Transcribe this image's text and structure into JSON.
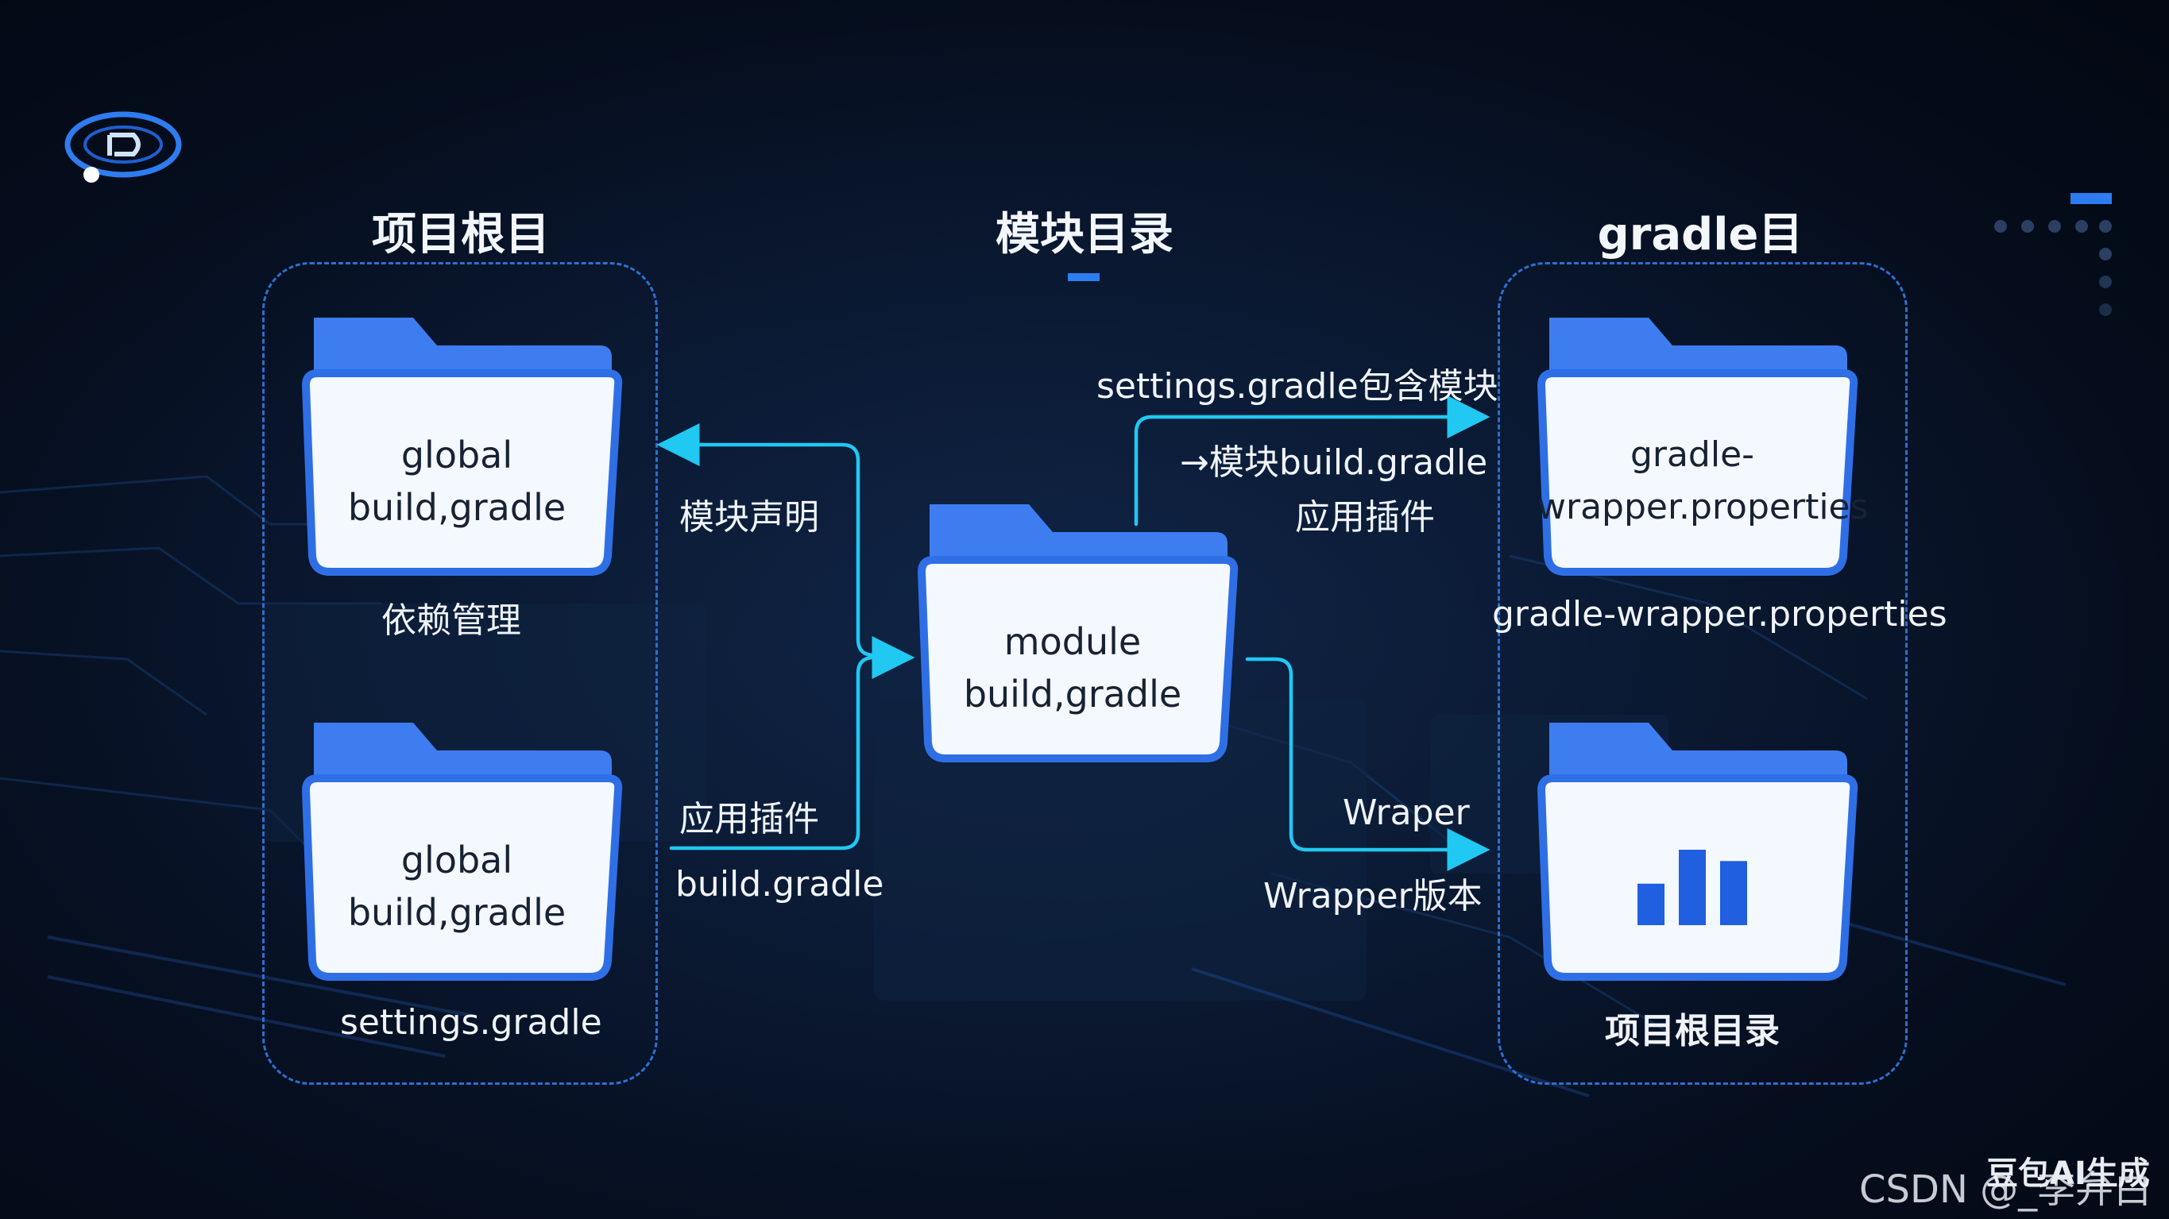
{
  "headings": {
    "project_root": "项目根目",
    "module_dir": "模块目录",
    "gradle_dir": "gradle目"
  },
  "folders": {
    "global_build_top": {
      "line1": "global",
      "line2": "build,gradle",
      "caption": "依赖管理"
    },
    "global_build_bottom": {
      "line1": "global",
      "line2": "build,gradle",
      "caption": "settings.gradle"
    },
    "module_build": {
      "line1": "module",
      "line2": "build,gradle"
    },
    "gradle_wrapper": {
      "line1": "gradle-",
      "line2": "wrapper.properties",
      "caption": "gradle-wrapper.properties"
    },
    "project_root_chart": {
      "caption": "项目根目录",
      "bar_levels": [
        0.55,
        1.0,
        0.85
      ]
    }
  },
  "edges": {
    "module_declare": "模块声明",
    "apply_plugin_left": "应用插件",
    "build_gradle": "build.gradle",
    "settings_includes": "settings.gradle包含模块",
    "module_build_gradle": "→模块build.gradle",
    "apply_plugin_right": "应用插件",
    "wraper": "Wraper",
    "wrapper_version": "Wrapper版本"
  },
  "watermark": {
    "csdn": "CSDN @_李弁白",
    "ai": "豆包AI生成"
  },
  "colors": {
    "accent": "#20c8f2",
    "folder_blue": "#3d7df0",
    "folder_face": "#f4f8ff",
    "dashed_border": "#2c6fd0"
  }
}
